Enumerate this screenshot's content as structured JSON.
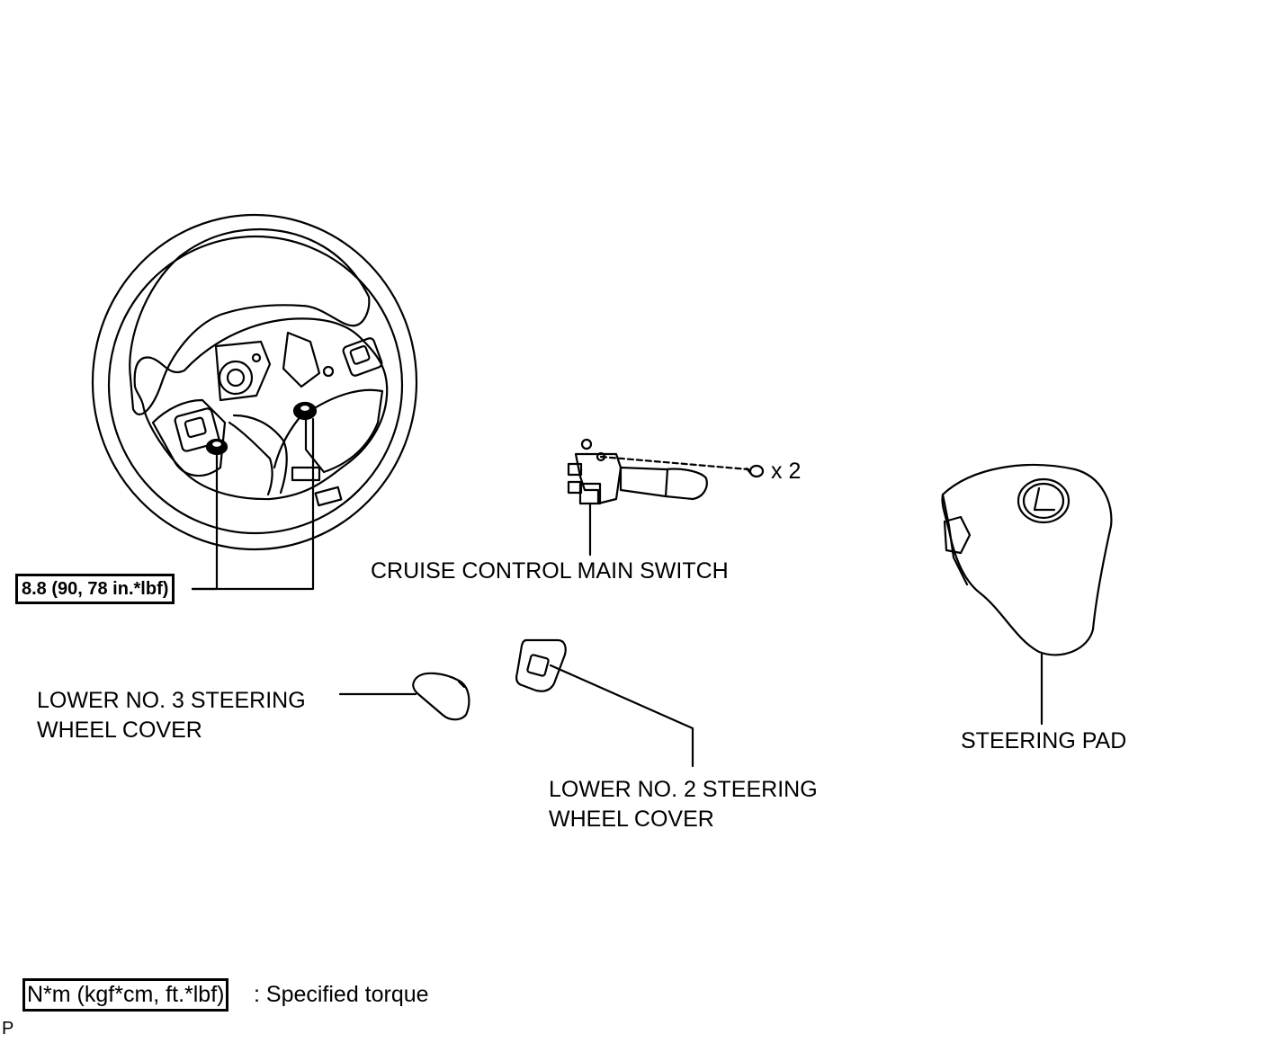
{
  "labels": {
    "cruise_switch": "CRUISE CONTROL MAIN SWITCH",
    "quantity": "x 2",
    "lower_no3_line1": "LOWER NO. 3 STEERING",
    "lower_no3_line2": "WHEEL COVER",
    "lower_no2_line1": "LOWER NO. 2 STEERING",
    "lower_no2_line2": "WHEEL COVER",
    "steering_pad": "STEERING PAD"
  },
  "torque": {
    "value": "8.8 (90, 78 in.*lbf)"
  },
  "legend": {
    "unit_box": "N*m (kgf*cm, ft.*lbf)",
    "description": ": Specified torque"
  },
  "corner_mark": "P"
}
